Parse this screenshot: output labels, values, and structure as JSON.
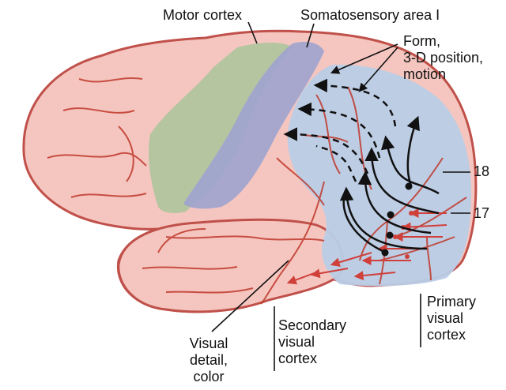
{
  "labels": {
    "motor_cortex": "Motor cortex",
    "somatosensory": "Somatosensory area I",
    "form_lines": [
      "Form,",
      "3-D position,",
      "motion"
    ],
    "area_18": "18",
    "area_17": "17",
    "primary_visual": [
      "Primary",
      "visual",
      "cortex"
    ],
    "secondary_visual": [
      "Secondary",
      "visual",
      "cortex"
    ],
    "visual_detail": [
      "Visual",
      "detail,",
      "color"
    ]
  },
  "colors": {
    "cortex_fill": "#f5c6c0",
    "cortex_outline": "#c0504a",
    "vessel": "#c0392b",
    "motor_area": "#a8c49a",
    "somatosensory_area": "#9fa3cf",
    "visual_area": "#b9cde6",
    "pathway_arrow": "#111111"
  }
}
